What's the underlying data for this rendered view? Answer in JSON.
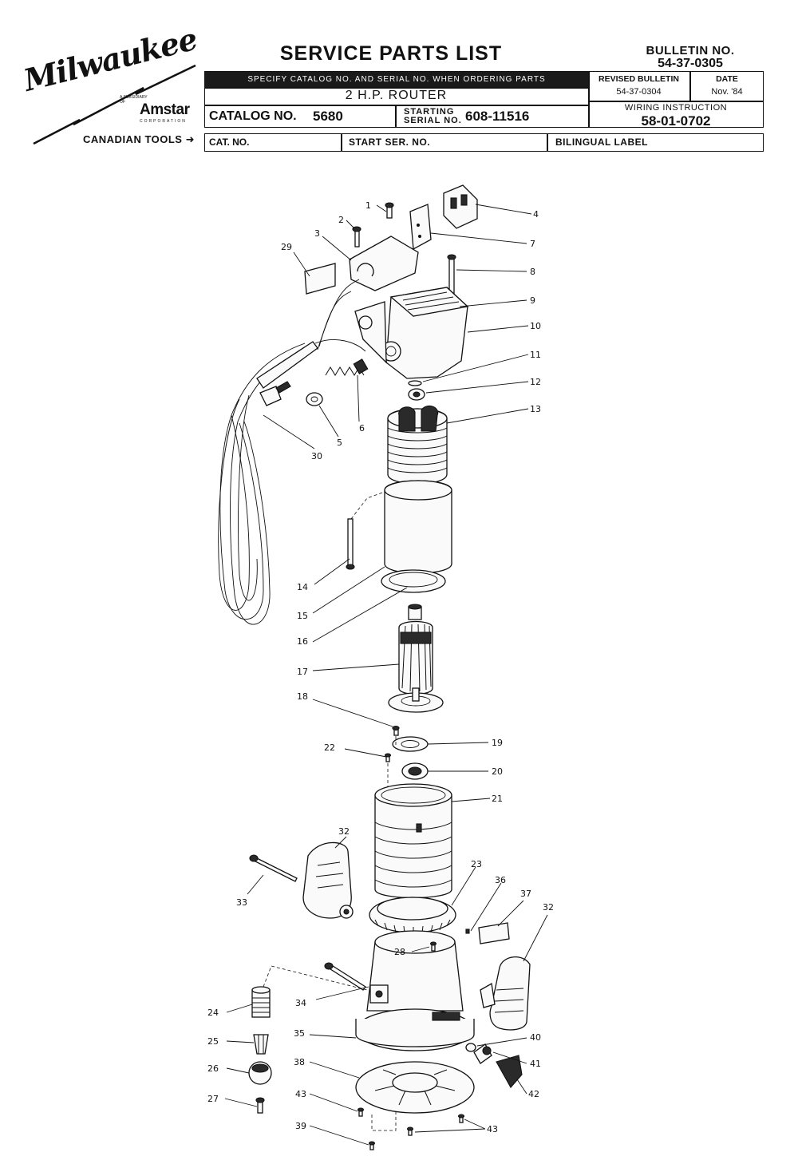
{
  "header": {
    "brand": "Milwaukee",
    "subsidiary": "A SUBSIDIARY OF",
    "parent": "Amstar",
    "parent_sub": "CORPORATION",
    "canadian_tools": "CANADIAN TOOLS",
    "title": "SERVICE PARTS LIST",
    "bulletin_label": "BULLETIN NO.",
    "bulletin_no": "54-37-0305",
    "specify_note": "SPECIFY CATALOG NO. AND SERIAL NO. WHEN ORDERING PARTS",
    "revised_label": "REVISED BULLETIN",
    "revised_value": "54-37-0304",
    "date_label": "DATE",
    "date_value": "Nov. '84",
    "product": "2 H.P. ROUTER",
    "catalog_label": "CATALOG NO.",
    "catalog_value": "5680",
    "starting_label_1": "STARTING",
    "starting_label_2": "SERIAL NO.",
    "starting_value": "608-11516",
    "wiring_label": "WIRING INSTRUCTION",
    "wiring_value": "58-01-0702",
    "cat_no_label": "CAT. NO.",
    "start_ser_label": "START SER. NO.",
    "bilingual_label": "BILINGUAL LABEL"
  },
  "callouts": {
    "c1": "1",
    "c2": "2",
    "c3": "3",
    "c4": "4",
    "c5": "5",
    "c6": "6",
    "c7": "7",
    "c8": "8",
    "c9": "9",
    "c10": "10",
    "c11": "11",
    "c12": "12",
    "c13": "13",
    "c14": "14",
    "c15": "15",
    "c16": "16",
    "c17": "17",
    "c18": "18",
    "c19": "19",
    "c20": "20",
    "c21": "21",
    "c22": "22",
    "c23": "23",
    "c24": "24",
    "c25": "25",
    "c26": "26",
    "c27": "27",
    "c28": "28",
    "c29": "29",
    "c30": "30",
    "c32a": "32",
    "c32b": "32",
    "c33": "33",
    "c34": "34",
    "c35": "35",
    "c36": "36",
    "c37": "37",
    "c38": "38",
    "c39": "39",
    "c40": "40",
    "c41": "41",
    "c42": "42",
    "c43a": "43",
    "c43b": "43"
  }
}
